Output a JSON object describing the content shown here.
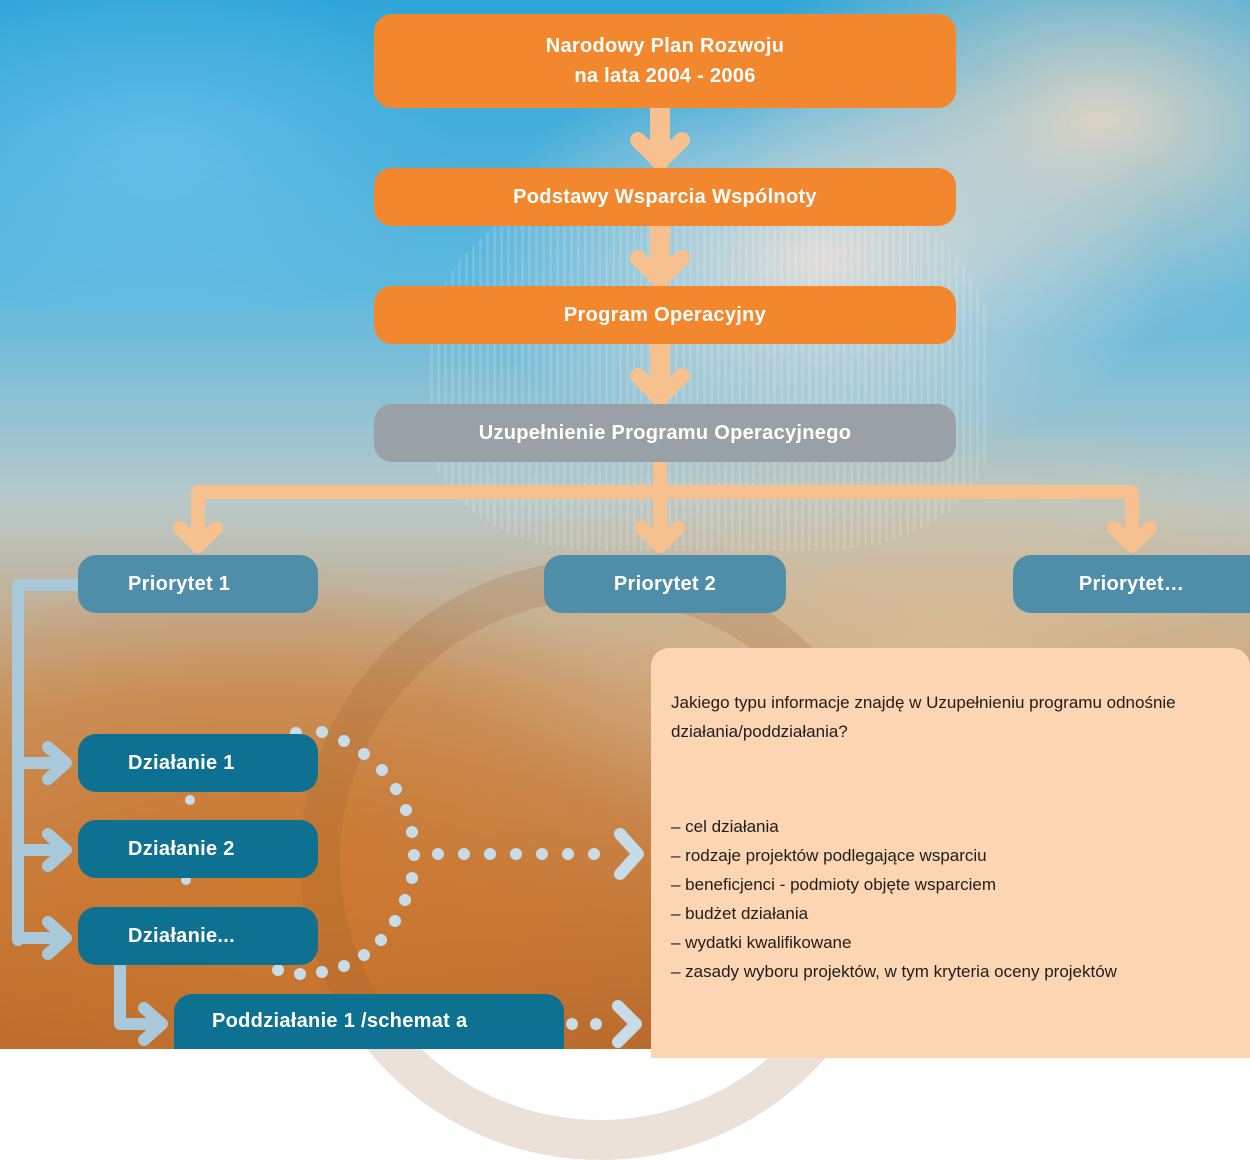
{
  "nodes": {
    "plan": {
      "line1": "Narodowy Plan Rozwoju",
      "line2": "na lata 2004 - 2006"
    },
    "podstawy": "Podstawy Wsparcia Wspólnoty",
    "program": "Program Operacyjny",
    "uzupelnienie": "Uzupełnienie Programu Operacyjnego",
    "priorytety": [
      "Priorytet 1",
      "Priorytet 2",
      "Priorytet…"
    ],
    "dzialania": [
      "Działanie 1",
      "Działanie 2",
      "Działanie..."
    ],
    "poddzialanie": "Poddziałanie 1 /schemat a"
  },
  "info_panel": {
    "question": "Jakiego typu informacje znajdę w Uzupełnieniu programu odnośnie działania/poddziałania?",
    "items": [
      "– cel działania",
      "– rodzaje projektów podlegające wsparciu",
      "– beneficjenci - podmioty objęte wsparciem",
      "– budżet działania",
      "– wydatki kwalifikowane",
      "– zasady wyboru projektów, w tym kryteria oceny projektów"
    ]
  },
  "colors": {
    "orange_box": "#f2872e",
    "grey_box": "#9aa1a6",
    "priority_box": "#4e8ea8",
    "action_box": "#0f7191",
    "arrow_orange": "#f6c08f",
    "connector_blue": "#a9c8d9",
    "info_panel": "#fcd5b2"
  }
}
